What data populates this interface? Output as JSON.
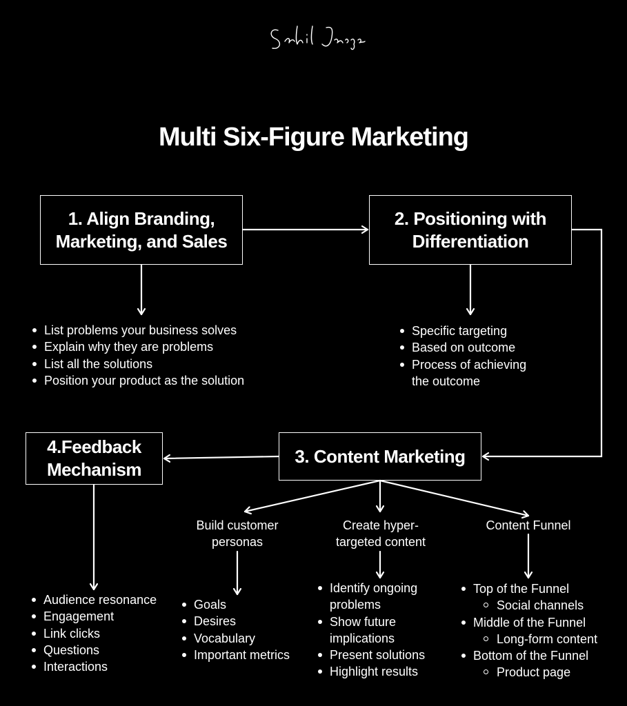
{
  "signature": "Sahil Jasuja",
  "title": "Multi Six-Figure Marketing",
  "boxes": {
    "b1": {
      "line1": "1. Align Branding,",
      "line2": "Marketing, and Sales"
    },
    "b2": {
      "line1": "2. Positioning with",
      "line2": "Differentiation"
    },
    "b3": {
      "line1": "3. Content Marketing"
    },
    "b4": {
      "line1": "4.Feedback",
      "line2": "Mechanism"
    }
  },
  "lists": {
    "align": [
      "List problems your business solves",
      "Explain why they are problems",
      "List all the solutions",
      "Position your product as the solution"
    ],
    "positioning": [
      "Specific targeting",
      "Based on outcome",
      "Process of achieving",
      "the outcome"
    ],
    "feedback": [
      "Audience resonance",
      "Engagement",
      "Link clicks",
      "Questions",
      "Interactions"
    ],
    "personas": [
      "Goals",
      "Desires",
      "Vocabulary",
      "Important metrics"
    ],
    "content": [
      "Identify ongoing",
      "problems",
      "Show future",
      "implications",
      "Present solutions",
      "Highlight results"
    ],
    "funnel": [
      "Top of the Funnel",
      "Social channels",
      "Middle of the Funnel",
      "Long-form content",
      "Bottom of the Funnel",
      "Product page"
    ]
  },
  "sublabels": {
    "personas": {
      "line1": "Build customer",
      "line2": "personas"
    },
    "hyper": {
      "line1": "Create hyper-",
      "line2": "targeted content"
    },
    "funnel": {
      "line1": "Content Funnel"
    }
  }
}
